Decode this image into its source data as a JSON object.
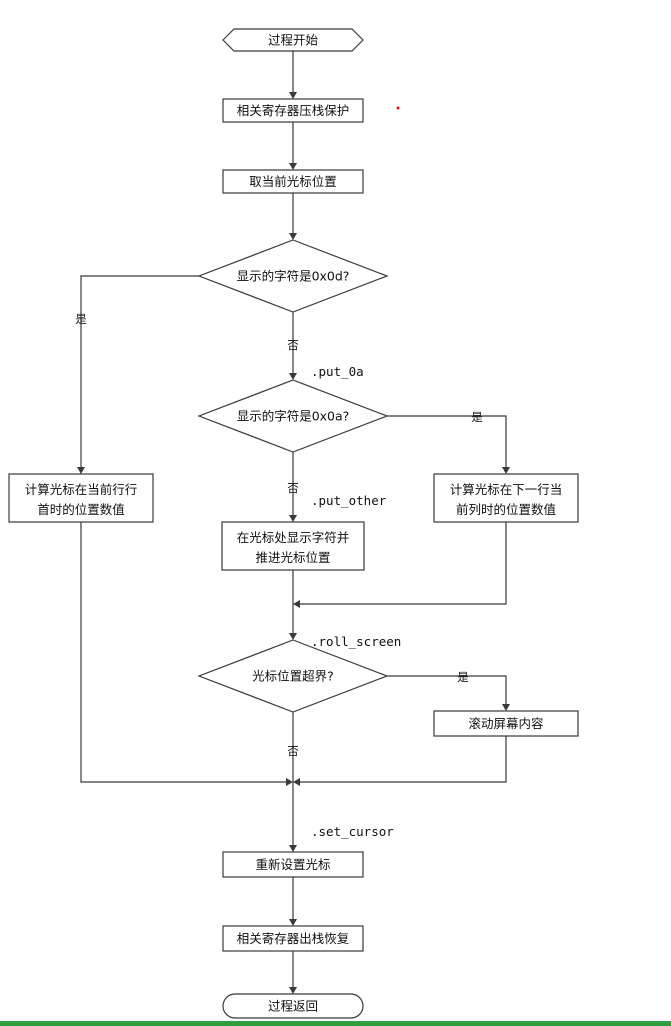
{
  "nodes": {
    "start": "过程开始",
    "push": "相关寄存器压栈保护",
    "get_cursor": "取当前光标位置",
    "is_0d": "显示的字符是0x0d?",
    "is_0a": "显示的字符是0x0a?",
    "calc_line_start": [
      "计算光标在当前行行",
      "首时的位置数值"
    ],
    "calc_next_line": [
      "计算光标在下一行当",
      "前列时的位置数值"
    ],
    "show_char": [
      "在光标处显示字符并",
      "推进光标位置"
    ],
    "out_of_bounds": "光标位置超界?",
    "scroll": "滚动屏幕内容",
    "set_cursor": "重新设置光标",
    "pop": "相关寄存器出栈恢复",
    "return": "过程返回"
  },
  "labels": {
    "put_0a": ".put_0a",
    "put_other": ".put_other",
    "roll_screen": ".roll_screen",
    "set_cursor": ".set_cursor"
  },
  "edge_labels": {
    "yes_0d": "是",
    "no_0d": "否",
    "yes_0a": "是",
    "no_0a": "否",
    "yes_bounds": "是",
    "no_bounds": "否"
  },
  "colors": {
    "stroke": "#3a3a3a",
    "bottom_bar": "#2e9e3e"
  }
}
